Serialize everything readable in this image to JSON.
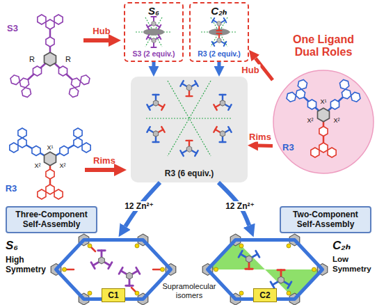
{
  "diagram": {
    "nodes": [
      {
        "text": [
          "S₆",
          "S3 (2 equiv.)"
        ]
      },
      {
        "text": [
          "C₂ₕ",
          "R3 (2 equiv.)"
        ]
      },
      {
        "text": [
          "One Ligand Dual Roles",
          "R3"
        ]
      },
      {
        "text": [
          "R3 (6 equiv.)"
        ]
      },
      {
        "text": [
          "Three-Component Self-Assembly"
        ]
      },
      {
        "text": [
          "Two-Component Self-Assembly"
        ]
      },
      {
        "text": [
          "S₆",
          "High Symmetry"
        ]
      },
      {
        "text": [
          "C1"
        ],
        "in": 6
      },
      {
        "text": [
          "C₂ₕ",
          "Low Symmetry"
        ]
      },
      {
        "text": [
          "C2"
        ],
        "in": 8
      }
    ],
    "edges": [
      {
        "from": 0,
        "to": 3,
        "arrow": "to"
      },
      {
        "from": 1,
        "to": 3,
        "arrow": "to"
      },
      {
        "from": 2,
        "to": 1,
        "label": "Hub",
        "arrow": "to"
      },
      {
        "from": 2,
        "to": 3,
        "label": "Rims",
        "arrow": "to"
      },
      {
        "from": 3,
        "to": 6,
        "label": "12 Zn²⁺",
        "arrow": "to"
      },
      {
        "from": 3,
        "to": 8,
        "label": "12 Zn²⁺",
        "arrow": "to"
      }
    ],
    "labels": [
      "S3",
      "R",
      "R",
      "Hub",
      "R3",
      "X¹",
      "X²",
      "X²",
      "Rims",
      "X¹",
      "X²",
      "X²",
      "Supramolecular isomers"
    ]
  }
}
